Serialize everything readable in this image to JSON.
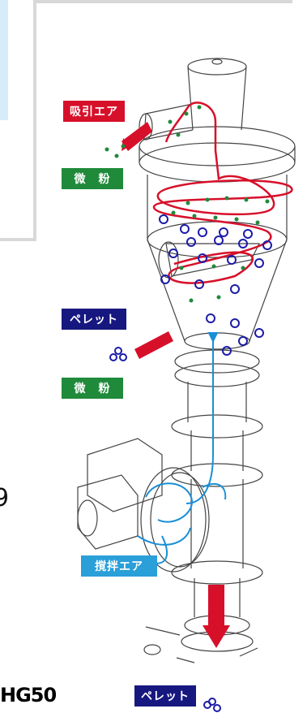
{
  "labels": {
    "suction_air": "吸引エア",
    "fine_powder_top": "微　粉",
    "pellet_mid": "ペレット",
    "fine_powder_mid": "微　粉",
    "stir_air": "撹拌エア",
    "pellet_bottom": "ペレット"
  },
  "model_name": "HG50",
  "partial_char": "9",
  "colors": {
    "red_label": "#d7102a",
    "green_label": "#1f8a3a",
    "navy_label": "#171780",
    "cyan_label": "#2a9fd8",
    "flow_red": "#d7102a",
    "flow_blue": "#1a8fd6",
    "pellet_circle": "#1c1ca8",
    "powder_dot": "#1f8a3a"
  }
}
